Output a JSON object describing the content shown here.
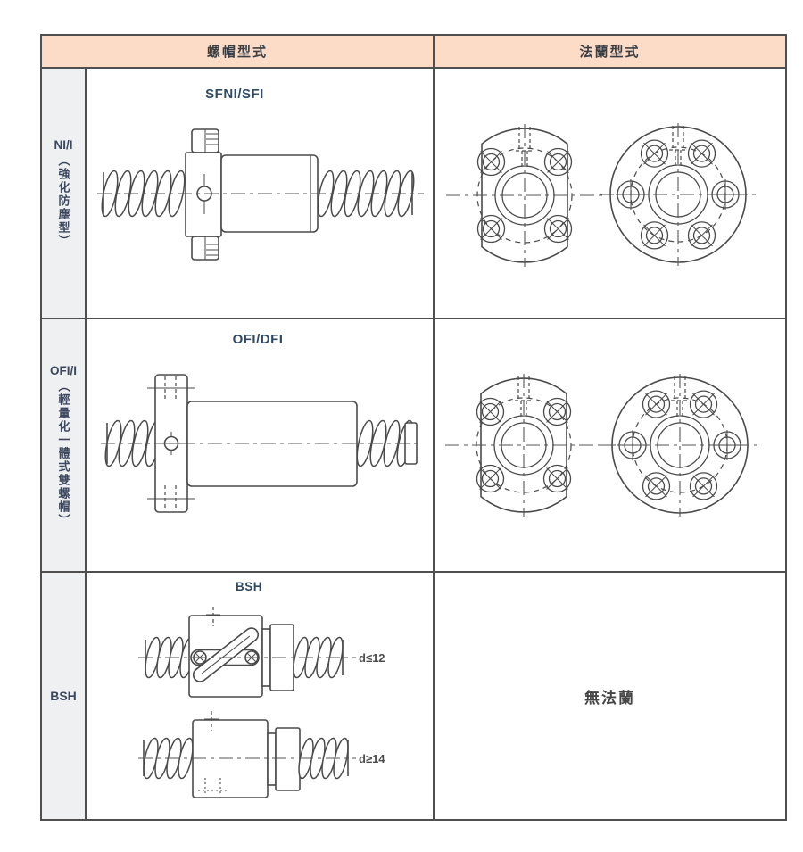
{
  "header": {
    "nut_type_label": "螺帽型式",
    "flange_type_label": "法蘭型式"
  },
  "rows": [
    {
      "code": "NI/I",
      "desc": "（強化防塵型）",
      "title": "SFNI/SFI",
      "flange_views": [
        "4-bolt-flange-with-flats",
        "6-bolt-round-flange"
      ]
    },
    {
      "code": "OFI/I",
      "desc": "（輕量化一體式雙螺帽）",
      "title": "OFI/DFI",
      "flange_views": [
        "4-bolt-flange-with-flats",
        "6-bolt-round-flange"
      ]
    },
    {
      "code": "BSH",
      "desc": "",
      "title": "BSH",
      "annotation_small": "d≤12",
      "annotation_large": "d≥14",
      "flange_text": "無法蘭"
    }
  ],
  "colors": {
    "header_bg": "#fcdcc7",
    "label_bg": "#eef0f1",
    "border": "#4f4f4f",
    "drawing_line": "#4a4a4a",
    "title_text": "#2e4a66"
  }
}
